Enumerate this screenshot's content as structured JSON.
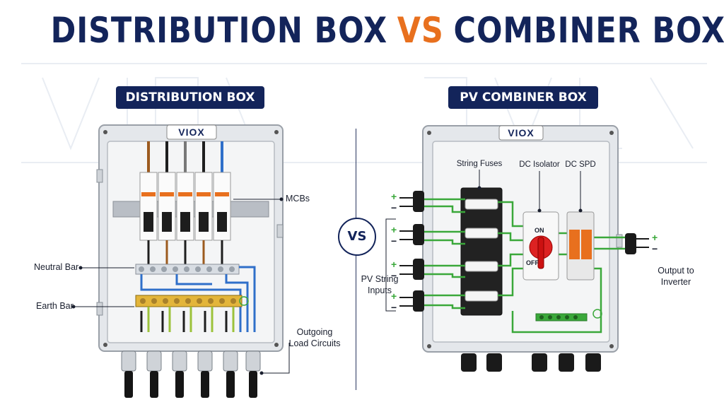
{
  "title": {
    "left": "DISTRIBUTION BOX",
    "vs": "VS",
    "right": "COMBINER BOX"
  },
  "left_panel": {
    "badge": "DISTRIBUTION BOX",
    "brand": "VIOX",
    "labels": {
      "mcbs": "MCBs",
      "neutral_bar": "Neutral Bar",
      "earth_bar": "Earth Bar",
      "outgoing_line1": "Outgoing",
      "outgoing_line2": "Load Circuits"
    }
  },
  "right_panel": {
    "badge": "PV COMBINER BOX",
    "brand": "VIOX",
    "labels": {
      "string_fuses": "String Fuses",
      "dc_isolator": "DC Isolator",
      "dc_spd": "DC SPD",
      "pv_inputs_line1": "PV String",
      "pv_inputs_line2": "Inputs",
      "output_line1": "Output to",
      "output_line2": "Inverter",
      "on": "ON",
      "off": "OFF",
      "plus": "+",
      "minus": "−"
    }
  },
  "center": {
    "vs": "VS"
  },
  "colors": {
    "navy": "#13245a",
    "orange": "#e8701e",
    "green": "#3aa83a",
    "blue": "#2f6fc9"
  }
}
